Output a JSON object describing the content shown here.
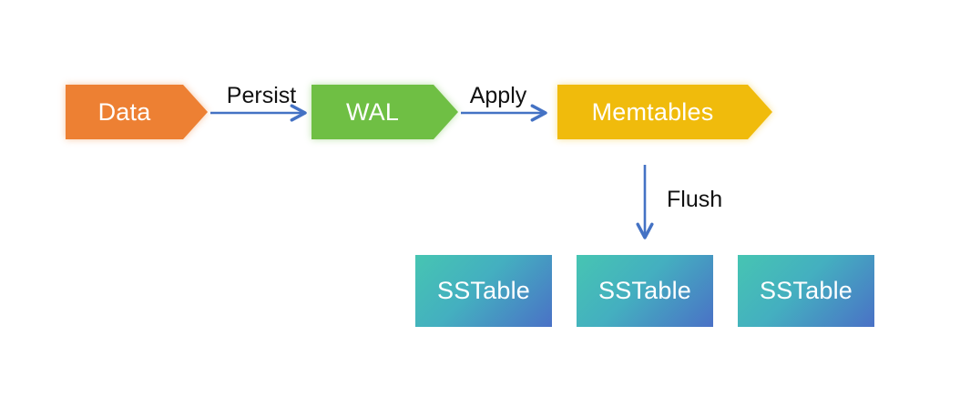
{
  "diagram": {
    "background_color": "#ffffff",
    "arrow_color": "#4472C4",
    "label_text_color": "#111111",
    "node_text_color": "#ffffff",
    "nodes": {
      "data": {
        "label": "Data",
        "color": "#ED8033",
        "shape": "pentagon-arrow"
      },
      "wal": {
        "label": "WAL",
        "color": "#6FBF44",
        "shape": "pentagon-arrow"
      },
      "memtables": {
        "label": "Memtables",
        "color": "#F0BB0C",
        "shape": "pentagon-arrow"
      },
      "sstables": [
        {
          "label": "SSTable"
        },
        {
          "label": "SSTable"
        },
        {
          "label": "SSTable"
        }
      ],
      "sstable_gradient": {
        "from": "#46C5B2",
        "to": "#4A71C6"
      }
    },
    "edges": {
      "persist": {
        "label": "Persist",
        "from": "data",
        "to": "wal"
      },
      "apply": {
        "label": "Apply",
        "from": "wal",
        "to": "memtables"
      },
      "flush": {
        "label": "Flush",
        "from": "memtables",
        "to": "sstables"
      }
    }
  }
}
